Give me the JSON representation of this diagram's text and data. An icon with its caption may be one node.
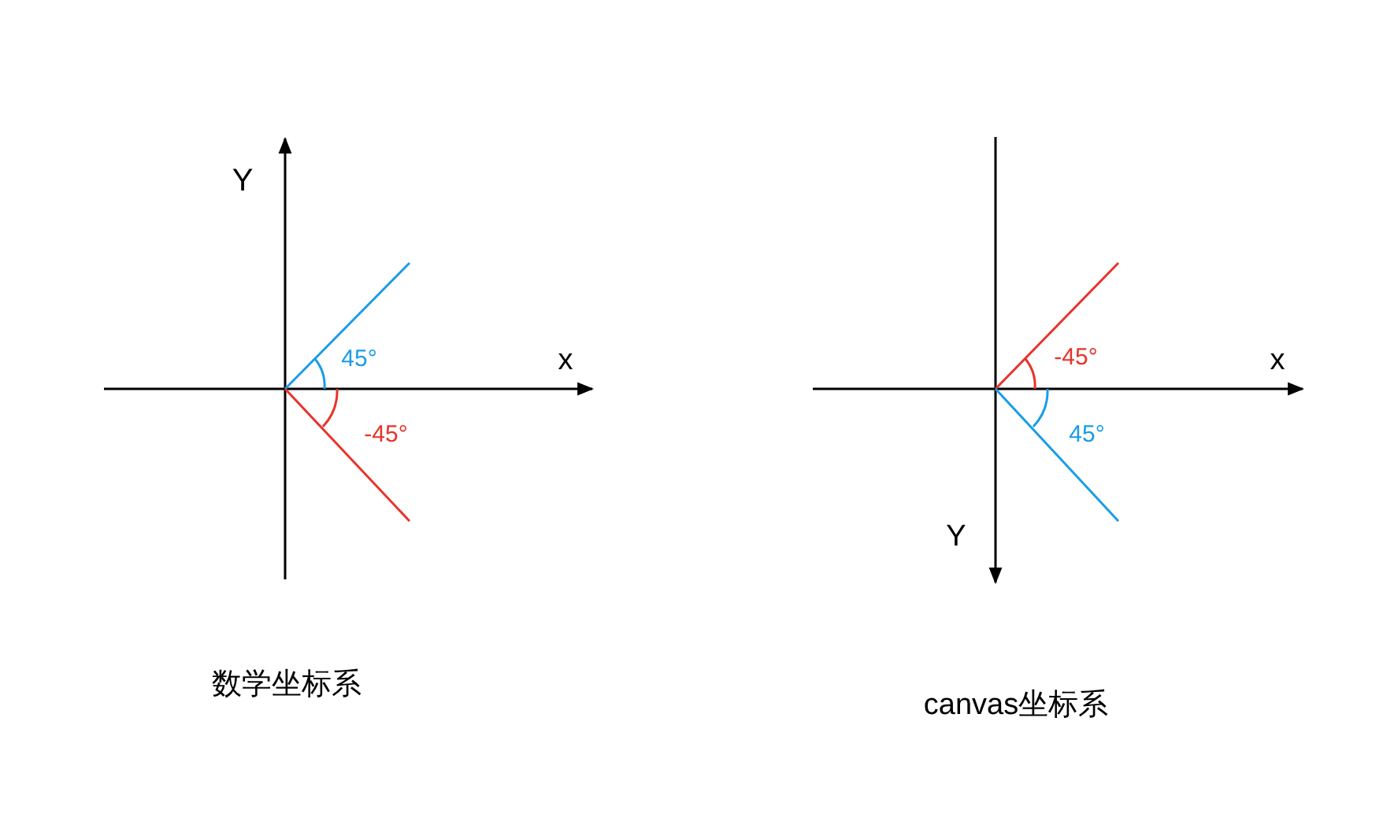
{
  "diagram": {
    "labels": [
      "Y",
      "x",
      "45°",
      "-45°",
      "数学坐标系",
      "-45°",
      "x",
      "45°",
      "Y",
      "canvas坐标系"
    ]
  }
}
